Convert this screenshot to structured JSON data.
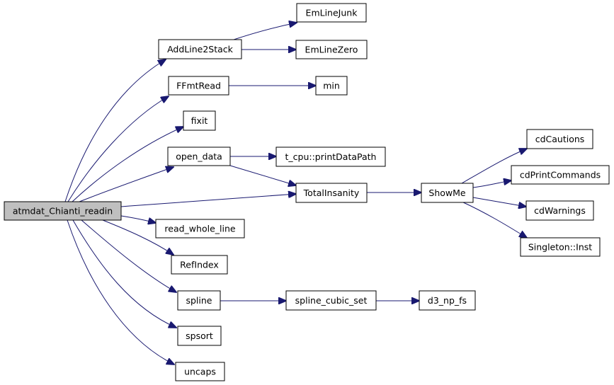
{
  "nodes": {
    "root": "atmdat_Chianti_readin",
    "addline2stack": "AddLine2Stack",
    "emlinejunk": "EmLineJunk",
    "emlinezero": "EmLineZero",
    "ffmtread": "FFmtRead",
    "min": "min",
    "fixit": "fixit",
    "open_data": "open_data",
    "printdatapath": "t_cpu::printDataPath",
    "totalinsanity": "TotalInsanity",
    "showme": "ShowMe",
    "cdcautions": "cdCautions",
    "cdprintcommands": "cdPrintCommands",
    "cdwarnings": "cdWarnings",
    "singleton_inst": "Singleton::Inst",
    "read_whole_line": "read_whole_line",
    "refindex": "RefIndex",
    "spline": "spline",
    "spline_cubic_set": "spline_cubic_set",
    "d3_np_fs": "d3_np_fs",
    "spsort": "spsort",
    "uncaps": "uncaps"
  },
  "colors": {
    "edge": "#191970",
    "root_fill": "#bfbfbf",
    "node_fill": "#ffffff",
    "node_border": "#000000"
  }
}
